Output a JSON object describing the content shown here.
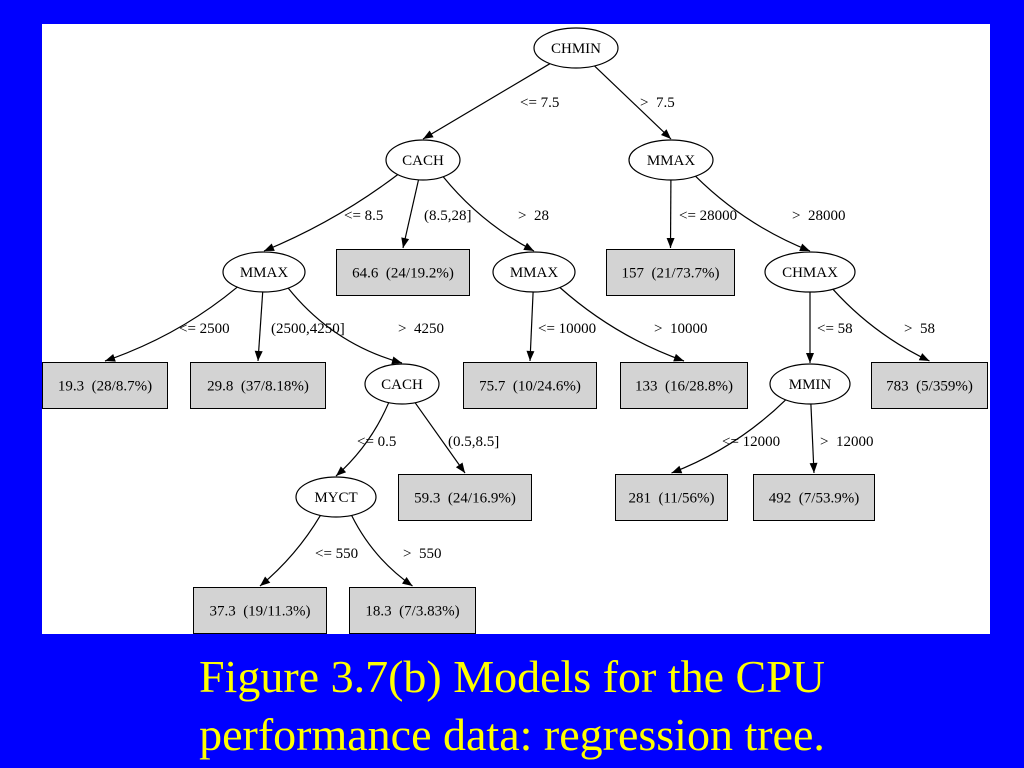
{
  "tree": {
    "nodes": [
      {
        "id": "n-chmin",
        "label": "CHMIN"
      },
      {
        "id": "n-cach1",
        "label": "CACH"
      },
      {
        "id": "n-mmax-r",
        "label": "MMAX"
      },
      {
        "id": "n-mmax-l",
        "label": "MMAX"
      },
      {
        "id": "n-mmax-m",
        "label": "MMAX"
      },
      {
        "id": "n-chmax",
        "label": "CHMAX"
      },
      {
        "id": "n-cach2",
        "label": "CACH"
      },
      {
        "id": "n-mmin",
        "label": "MMIN"
      },
      {
        "id": "n-myct",
        "label": "MYCT"
      }
    ],
    "leaves": [
      {
        "id": "l-646",
        "label": "64.6  (24/19.2%)"
      },
      {
        "id": "l-157",
        "label": "157  (21/73.7%)"
      },
      {
        "id": "l-193",
        "label": "19.3  (28/8.7%)"
      },
      {
        "id": "l-298",
        "label": "29.8  (37/8.18%)"
      },
      {
        "id": "l-757",
        "label": "75.7  (10/24.6%)"
      },
      {
        "id": "l-133",
        "label": "133  (16/28.8%)"
      },
      {
        "id": "l-783",
        "label": "783  (5/359%)"
      },
      {
        "id": "l-593",
        "label": "59.3  (24/16.9%)"
      },
      {
        "id": "l-281",
        "label": "281  (11/56%)"
      },
      {
        "id": "l-492",
        "label": "492  (7/53.9%)"
      },
      {
        "id": "l-373",
        "label": "37.3  (19/11.3%)"
      },
      {
        "id": "l-183",
        "label": "18.3  (7/3.83%)"
      }
    ],
    "edges": [
      {
        "from": "n-chmin",
        "to": "n-cach1",
        "label": "<= 7.5"
      },
      {
        "from": "n-chmin",
        "to": "n-mmax-r",
        "label": ">  7.5"
      },
      {
        "from": "n-cach1",
        "to": "n-mmax-l",
        "label": "<= 8.5"
      },
      {
        "from": "n-cach1",
        "to": "l-646",
        "label": "(8.5,28]"
      },
      {
        "from": "n-cach1",
        "to": "n-mmax-m",
        "label": ">  28"
      },
      {
        "from": "n-mmax-r",
        "to": "l-157",
        "label": "<= 28000"
      },
      {
        "from": "n-mmax-r",
        "to": "n-chmax",
        "label": ">  28000"
      },
      {
        "from": "n-mmax-l",
        "to": "l-193",
        "label": "<= 2500"
      },
      {
        "from": "n-mmax-l",
        "to": "l-298",
        "label": "(2500,4250]"
      },
      {
        "from": "n-mmax-l",
        "to": "n-cach2",
        "label": ">  4250"
      },
      {
        "from": "n-mmax-m",
        "to": "l-757",
        "label": "<= 10000"
      },
      {
        "from": "n-mmax-m",
        "to": "l-133",
        "label": ">  10000"
      },
      {
        "from": "n-chmax",
        "to": "n-mmin",
        "label": "<= 58"
      },
      {
        "from": "n-chmax",
        "to": "l-783",
        "label": ">  58"
      },
      {
        "from": "n-cach2",
        "to": "n-myct",
        "label": "<= 0.5"
      },
      {
        "from": "n-cach2",
        "to": "l-593",
        "label": "(0.5,8.5]"
      },
      {
        "from": "n-mmin",
        "to": "l-281",
        "label": "<= 12000"
      },
      {
        "from": "n-mmin",
        "to": "l-492",
        "label": ">  12000"
      },
      {
        "from": "n-myct",
        "to": "l-373",
        "label": "<= 550"
      },
      {
        "from": "n-myct",
        "to": "l-183",
        "label": ">  550"
      }
    ]
  },
  "caption": {
    "line1": "Figure 3.7(b)  Models for the CPU",
    "line2": "performance data: regression tree."
  },
  "colors": {
    "background": "#0000ff",
    "panel": "#ffffff",
    "leaf_fill": "#d3d3d3",
    "caption_text": "#ffff00"
  }
}
